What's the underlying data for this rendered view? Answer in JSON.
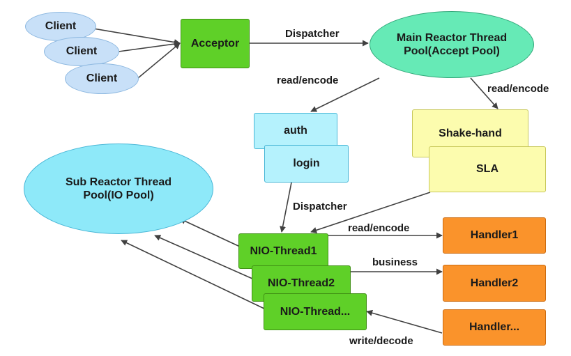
{
  "nodes": {
    "client1": "Client",
    "client2": "Client",
    "client3": "Client",
    "acceptor": "Acceptor",
    "main_reactor": "Main Reactor Thread\nPool(Accept Pool)",
    "sub_reactor": "Sub Reactor Thread\nPool(IO Pool)",
    "auth": "auth",
    "login": "login",
    "shake_hand": "Shake-hand",
    "sla": "SLA",
    "nio_thread_1": "NIO-Thread1",
    "nio_thread_2": "NIO-Thread2",
    "nio_thread_3": "NIO-Thread...",
    "handler1": "Handler1",
    "handler2": "Handler2",
    "handler3": "Handler..."
  },
  "edge_labels": {
    "acceptor_to_main": "Dispatcher",
    "main_to_auth": "read/encode",
    "main_to_shake": "read/encode",
    "login_to_nio": "Dispatcher",
    "nio_to_handler1": "read/encode",
    "nio_to_handler2": "business",
    "handler3_to_nio": "write/decode"
  },
  "colors": {
    "client": "#c8e0f8",
    "acceptor": "#5fd028",
    "main_reactor": "#66eab6",
    "sub_reactor": "#8ee9f9",
    "auth_login": "#b5f2fd",
    "shake_sla": "#fcfcae",
    "nio_threads": "#5fd028",
    "handlers": "#fa932b",
    "arrow": "#404040"
  }
}
